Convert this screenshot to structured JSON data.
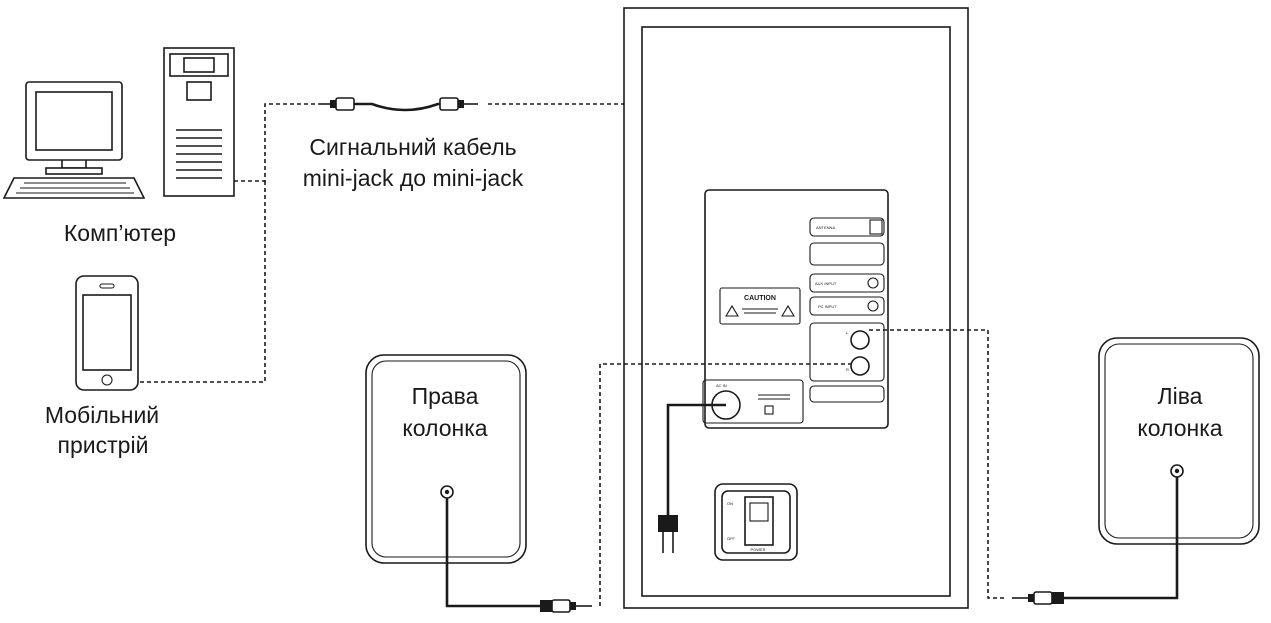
{
  "labels": {
    "computer": "Комп’ютер",
    "mobile_line1": "Мобільний",
    "mobile_line2": "пристрій",
    "cable_line1": "Сигнальний кабель",
    "cable_line2": "mini-jack до mini-jack",
    "right_speaker_line1": "Права",
    "right_speaker_line2": "колонка",
    "left_speaker_line1": "Ліва",
    "left_speaker_line2": "колонка"
  },
  "panel": {
    "antenna": "ANTENNA",
    "aux_input": "AUX INPUT",
    "pc_input": "PC INPUT",
    "caution": "CAUTION",
    "ac_in": "AC IN",
    "l": "L",
    "r": "R",
    "on": "ON",
    "off": "OFF",
    "power": "POWER"
  }
}
